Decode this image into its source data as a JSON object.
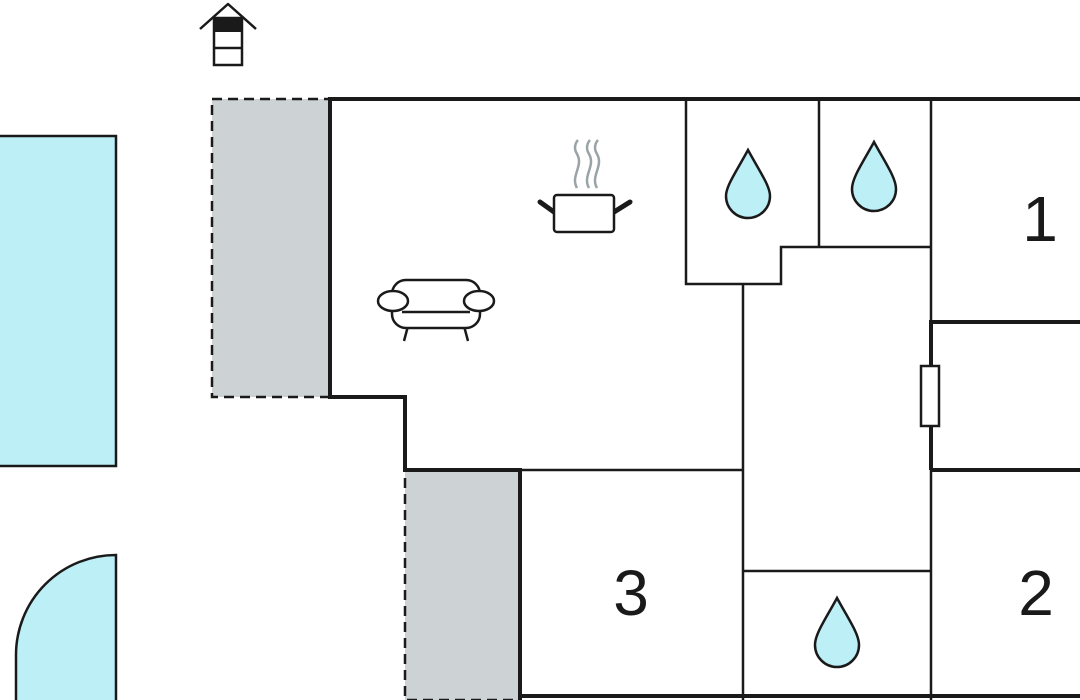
{
  "colors": {
    "pool": "#bdeff6",
    "terrace": "#cdd3d5",
    "water": "#bdeff6",
    "wall": "#1a1a1a",
    "steam": "#9aa3a6"
  },
  "icons": [
    "house-icon",
    "pool",
    "hot-tub",
    "terrace",
    "sofa-icon",
    "cooking-pot-icon",
    "water-drop-icon",
    "door-icon"
  ],
  "rooms": {
    "bedroom_1": {
      "label": "1"
    },
    "bedroom_2": {
      "label": "2"
    },
    "bedroom_3": {
      "label": "3"
    }
  }
}
